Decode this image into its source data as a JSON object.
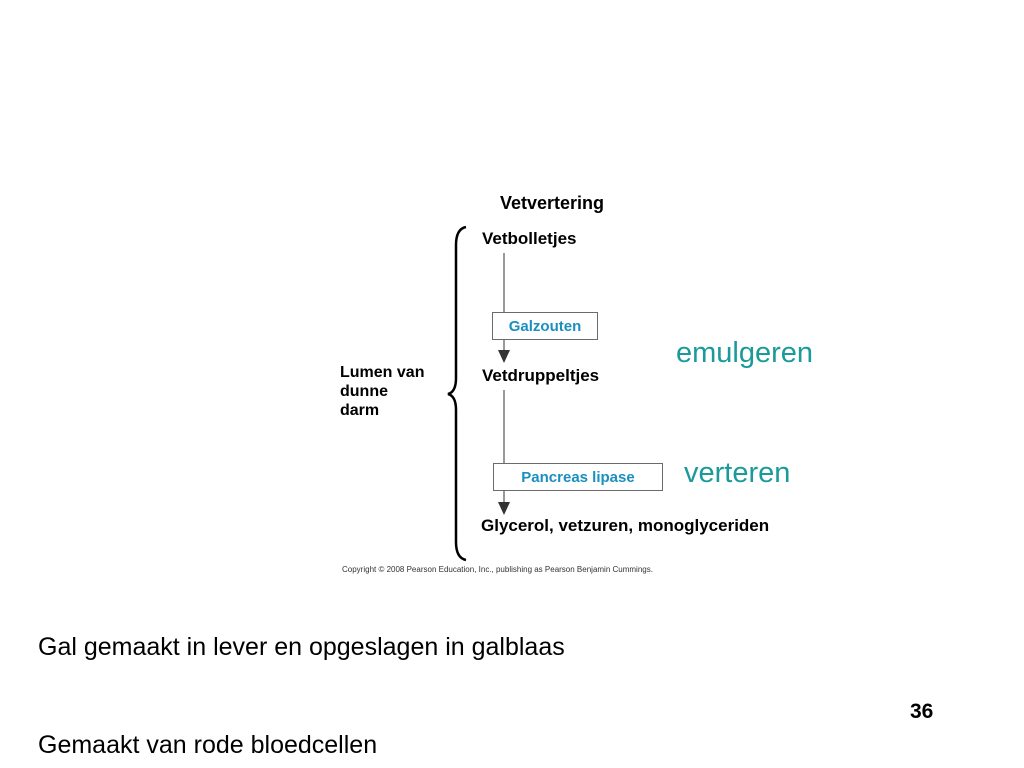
{
  "diagram": {
    "title": "Vetvertering",
    "steps": [
      "Vetbolletjes",
      "Vetdruppeltjes",
      "Glycerol, vetzuren, monoglyceriden"
    ],
    "agents": [
      "Galzouten",
      "Pancreas lipase"
    ],
    "side_label": "Lumen van\ndunne\ndarm",
    "processes": [
      "emulgeren",
      "verteren"
    ],
    "copyright": "Copyright © 2008 Pearson Education, Inc., publishing as Pearson Benjamin Cummings.",
    "colors": {
      "agent_text": "#1a8fc0",
      "process_text": "#1a9a9a"
    }
  },
  "notes": [
    "Gal gemaakt in lever en opgeslagen in galblaas",
    "Gemaakt van rode bloedcellen"
  ],
  "slide_number": "36"
}
